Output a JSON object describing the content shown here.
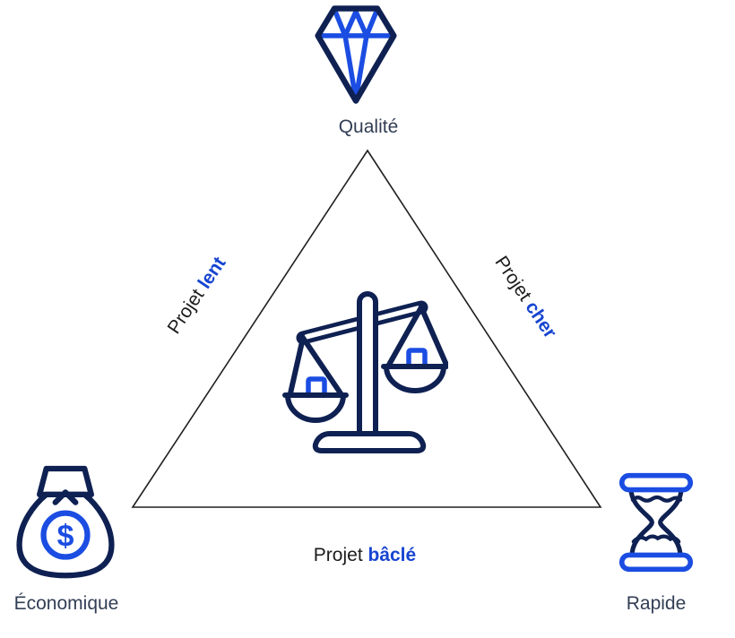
{
  "colors": {
    "navy": "#0f2152",
    "blue": "#1b4de2",
    "emphasis": "#1745d1",
    "text_dark": "#323e55",
    "edge_text": "#1c1c1c",
    "triangle_line": "#1f1f1f",
    "bg": "#ffffff"
  },
  "triangle": {
    "apex": "410,168",
    "bottom_right": "670,566",
    "bottom_left": "148,566"
  },
  "vertices": {
    "top": {
      "label": "Qualité",
      "icon": "diamond-icon"
    },
    "bottom_left": {
      "label": "Économique",
      "icon": "money-bag-icon",
      "currency_symbol": "$"
    },
    "bottom_right": {
      "label": "Rapide",
      "icon": "hourglass-icon"
    }
  },
  "edges": {
    "left": {
      "prefix": "Projet",
      "emphasis": "lent"
    },
    "right": {
      "prefix": "Projet",
      "emphasis": "cher"
    },
    "bottom": {
      "prefix": "Projet",
      "emphasis": "bâclé"
    }
  },
  "center": {
    "icon": "balance-scale-icon"
  }
}
